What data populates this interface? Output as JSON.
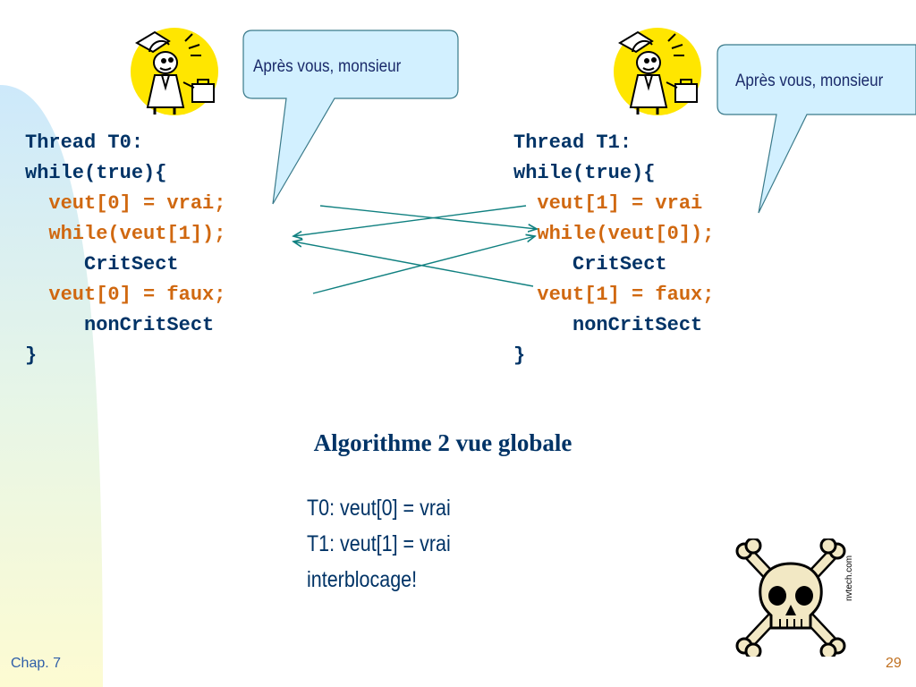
{
  "bubble_left": "Après vous, monsieur",
  "bubble_right": "Après vous, monsieur",
  "thread0": {
    "header": "Thread T0:",
    "loop": "while(true){",
    "set_true": "veut[0] = vrai;",
    "wait": "while(veut[1]);",
    "crit": "CritSect",
    "set_false": "veut[0] = faux;",
    "noncrit": "nonCritSect",
    "close": "}"
  },
  "thread1": {
    "header": "Thread T1:",
    "loop": "while(true){",
    "set_true": "veut[1] = vrai",
    "wait": "while(veut[0]);",
    "crit": "CritSect",
    "set_false": "veut[1] = faux;",
    "noncrit": "nonCritSect",
    "close": "}"
  },
  "title": "Algorithme 2 vue globale",
  "summary": {
    "line1": "T0: veut[0] = vrai",
    "line2": "T1: veut[1] = vrai",
    "line3": "interblocage!"
  },
  "credit": "nvtech.com",
  "footer": {
    "chapter": "Chap. 7",
    "page": "29"
  },
  "colors": {
    "code_primary": "#003366",
    "code_highlight": "#d06810",
    "arrow": "#108080",
    "bubble_fill": "#cceeff",
    "bubble_stroke": "#3a7a8a"
  },
  "icons": {
    "character": "man-with-hat-and-briefcase-icon",
    "danger": "skull-and-crossbones-icon"
  }
}
